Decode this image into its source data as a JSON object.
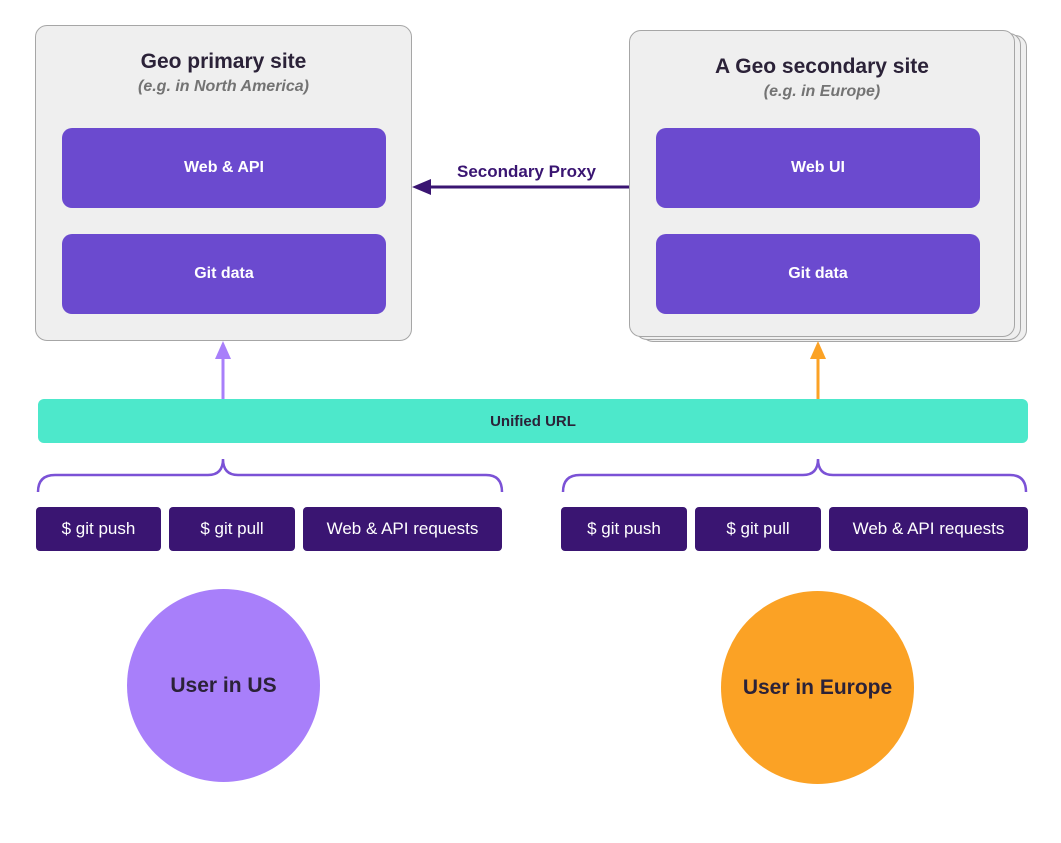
{
  "primary_site": {
    "title": "Geo primary site",
    "subtitle": "(e.g. in North America)",
    "components": [
      "Web & API",
      "Git data"
    ]
  },
  "secondary_site": {
    "title": "A Geo secondary site",
    "subtitle": "(e.g. in Europe)",
    "components": [
      "Web UI",
      "Git data"
    ]
  },
  "proxy": {
    "label": "Secondary Proxy"
  },
  "unified_url": {
    "label": "Unified URL"
  },
  "us_requests": [
    "$ git push",
    "$ git pull",
    "Web & API requests"
  ],
  "eu_requests": [
    "$ git push",
    "$ git pull",
    "Web & API requests"
  ],
  "users": {
    "us": {
      "label": "User in US",
      "color": "#a87ffa"
    },
    "europe": {
      "label": "User in Europe",
      "color": "#fba225"
    }
  },
  "colors": {
    "component": "#6b4acf",
    "command": "#3a1572",
    "unified_url": "#4de8cb",
    "proxy_arrow": "#3a1572",
    "us_arrow": "#a87ffa",
    "eu_arrow": "#fba225"
  }
}
